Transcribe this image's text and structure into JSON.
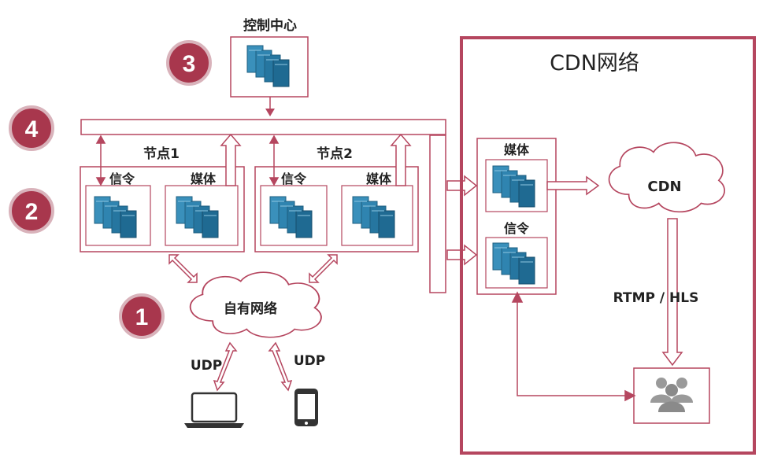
{
  "badges": {
    "b1": "1",
    "b2": "2",
    "b3": "3",
    "b4": "4"
  },
  "control_center": {
    "title": "控制中心"
  },
  "node1": {
    "title": "节点1",
    "signal": "信令",
    "media": "媒体"
  },
  "node2": {
    "title": "节点2",
    "signal": "信令",
    "media": "媒体"
  },
  "own_network": {
    "label": "自有网络"
  },
  "udp": {
    "left": "UDP",
    "right": "UDP"
  },
  "cdn_network": {
    "title": "CDN网络",
    "media": "媒体",
    "signal": "信令",
    "cloud": "CDN",
    "protocol": "RTMP / HLS"
  },
  "colors": {
    "frame": "#b5465f",
    "badge": "#a8374d",
    "server": "#2d7fa8",
    "user": "#9a9a9a"
  },
  "icons": [
    "server-icon",
    "laptop-icon",
    "phone-icon",
    "users-icon",
    "cloud-icon"
  ]
}
